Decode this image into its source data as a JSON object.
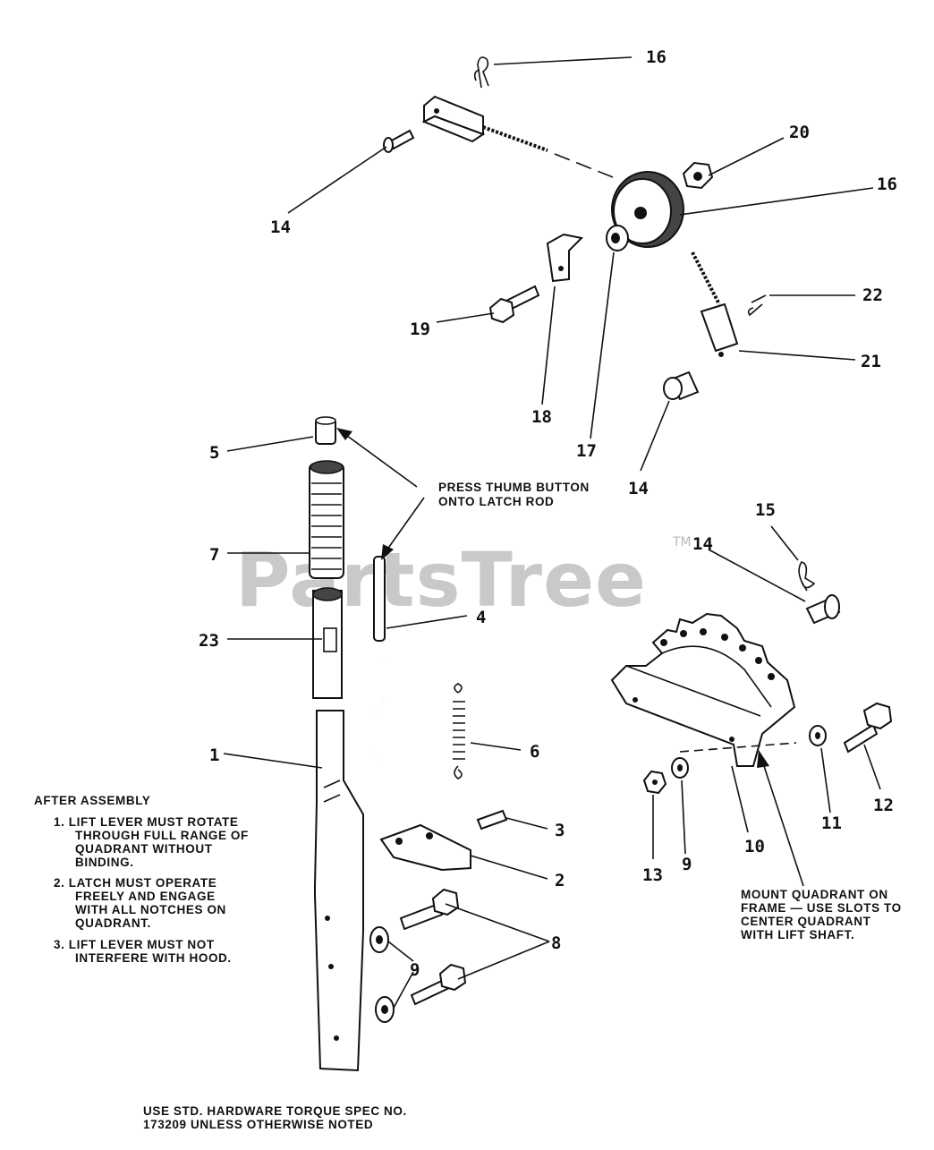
{
  "watermark": {
    "text": "PartsTree",
    "tm": "TM"
  },
  "callouts": [
    {
      "id": "c16a",
      "label": "16"
    },
    {
      "id": "c20",
      "label": "20"
    },
    {
      "id": "c16b",
      "label": "16"
    },
    {
      "id": "c14a",
      "label": "14"
    },
    {
      "id": "c22",
      "label": "22"
    },
    {
      "id": "c19",
      "label": "19"
    },
    {
      "id": "c21",
      "label": "21"
    },
    {
      "id": "c18",
      "label": "18"
    },
    {
      "id": "c17",
      "label": "17"
    },
    {
      "id": "c14b",
      "label": "14"
    },
    {
      "id": "c5",
      "label": "5"
    },
    {
      "id": "c7",
      "label": "7"
    },
    {
      "id": "c15",
      "label": "15"
    },
    {
      "id": "c14c",
      "label": "14"
    },
    {
      "id": "c4",
      "label": "4"
    },
    {
      "id": "c23",
      "label": "23"
    },
    {
      "id": "c6",
      "label": "6"
    },
    {
      "id": "c1",
      "label": "1"
    },
    {
      "id": "c3",
      "label": "3"
    },
    {
      "id": "c2",
      "label": "2"
    },
    {
      "id": "c12",
      "label": "12"
    },
    {
      "id": "c11",
      "label": "11"
    },
    {
      "id": "c10",
      "label": "10"
    },
    {
      "id": "c13",
      "label": "13"
    },
    {
      "id": "c9a",
      "label": "9"
    },
    {
      "id": "c8",
      "label": "8"
    },
    {
      "id": "c9b",
      "label": "9"
    }
  ],
  "notes": {
    "press_thumb": [
      "PRESS THUMB BUTTON",
      "ONTO LATCH ROD"
    ],
    "after_assembly_title": "AFTER ASSEMBLY",
    "after_assembly_items": [
      [
        "1.  LIFT LEVER MUST ROTATE",
        "THROUGH FULL RANGE OF",
        "QUADRANT WITHOUT",
        "BINDING."
      ],
      [
        "2.  LATCH MUST OPERATE",
        "FREELY AND ENGAGE",
        "WITH ALL NOTCHES ON",
        "QUADRANT."
      ],
      [
        "3.  LIFT LEVER MUST NOT",
        "INTERFERE WITH HOOD."
      ]
    ],
    "mount_quadrant": [
      "MOUNT QUADRANT ON",
      "FRAME — USE SLOTS TO",
      "CENTER QUADRANT",
      "WITH LIFT SHAFT."
    ],
    "torque": [
      "USE STD. HARDWARE TORQUE SPEC NO.",
      "173209 UNLESS OTHERWISE NOTED"
    ]
  }
}
